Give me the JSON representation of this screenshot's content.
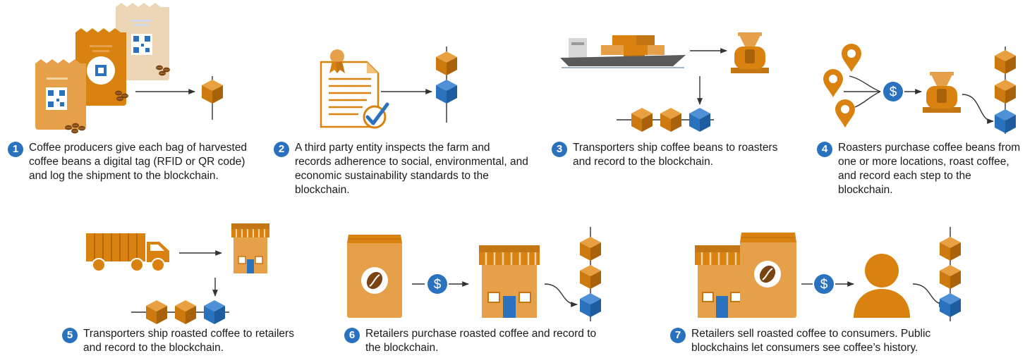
{
  "steps": [
    {
      "number": "1",
      "text": "Coffee producers give each bag of harvested coffee beans a digital tag (RFID or QR code) and log the shipment to the blockchain."
    },
    {
      "number": "2",
      "text": "A third party entity inspects the farm and records adherence to social, environmental, and economic sustainability standards to the blockchain."
    },
    {
      "number": "3",
      "text": "Transporters ship coffee beans to roasters and record to the blockchain."
    },
    {
      "number": "4",
      "text": "Roasters purchase coffee beans from one or more locations, roast coffee, and record each step to the blockchain."
    },
    {
      "number": "5",
      "text": "Transporters ship roasted coffee to retailers and record to the blockchain."
    },
    {
      "number": "6",
      "text": "Retailers purchase roasted coffee and record to the blockchain."
    },
    {
      "number": "7",
      "text": "Retailers sell roasted coffee to consumers. Public blockchains let consumers see coffee’s history."
    }
  ],
  "payment_symbol": "$",
  "colors": {
    "orange": "#d9820f",
    "orange_dark": "#b5690a",
    "orange_light": "#e6a04a",
    "tan": "#ecd6b5",
    "blue": "#2a72bd",
    "blue_dark": "#1d5c9e",
    "gray_ship": "#5a5a5a"
  },
  "icons": [
    "coffee-bag-icon",
    "qr-code-icon",
    "certificate-icon",
    "checkmark-icon",
    "ship-icon",
    "roaster-icon",
    "map-pin-icon",
    "dollar-coin-icon",
    "truck-icon",
    "store-icon",
    "coffee-bean-icon",
    "person-icon",
    "blockchain-block-icon"
  ]
}
